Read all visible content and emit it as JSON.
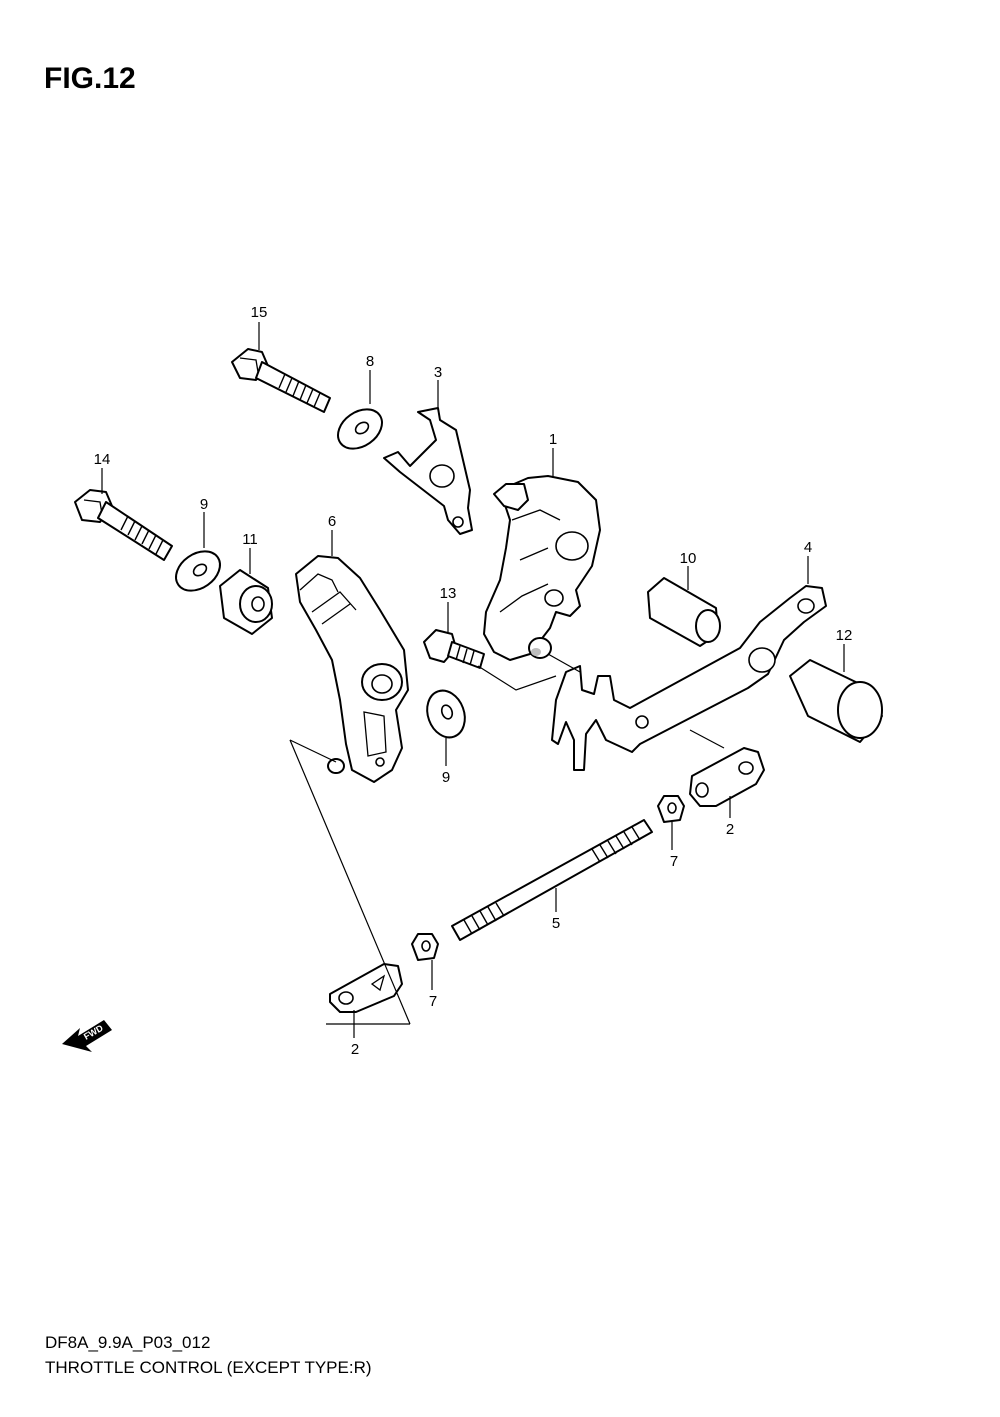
{
  "figure": {
    "title": "FIG.12",
    "model_code": "DF8A_9.9A_P03_012",
    "caption": "THROTTLE CONTROL (EXCEPT TYPE:R)"
  },
  "fwd_arrow": {
    "label": "FWD",
    "icon": "fwd-arrow-icon"
  },
  "callouts": [
    {
      "ref": "15",
      "label": "15"
    },
    {
      "ref": "8",
      "label": "8"
    },
    {
      "ref": "3",
      "label": "3"
    },
    {
      "ref": "1",
      "label": "1"
    },
    {
      "ref": "14",
      "label": "14"
    },
    {
      "ref": "9a",
      "label": "9"
    },
    {
      "ref": "11",
      "label": "11"
    },
    {
      "ref": "6",
      "label": "6"
    },
    {
      "ref": "10",
      "label": "10"
    },
    {
      "ref": "4",
      "label": "4"
    },
    {
      "ref": "13",
      "label": "13"
    },
    {
      "ref": "12",
      "label": "12"
    },
    {
      "ref": "9b",
      "label": "9"
    },
    {
      "ref": "2a",
      "label": "2"
    },
    {
      "ref": "7a",
      "label": "7"
    },
    {
      "ref": "5",
      "label": "5"
    },
    {
      "ref": "7b",
      "label": "7"
    },
    {
      "ref": "2b",
      "label": "2"
    }
  ]
}
